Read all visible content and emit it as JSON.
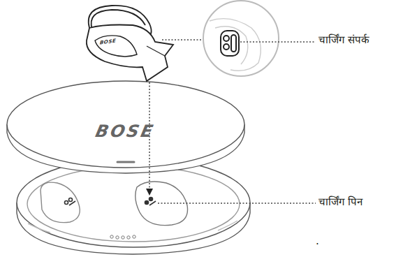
{
  "diagram": {
    "labels": [
      "चार्जिंग संपर्क",
      "चार्जिंग पिन",
      "BOSE",
      "BOSE",
      "."
    ]
  }
}
